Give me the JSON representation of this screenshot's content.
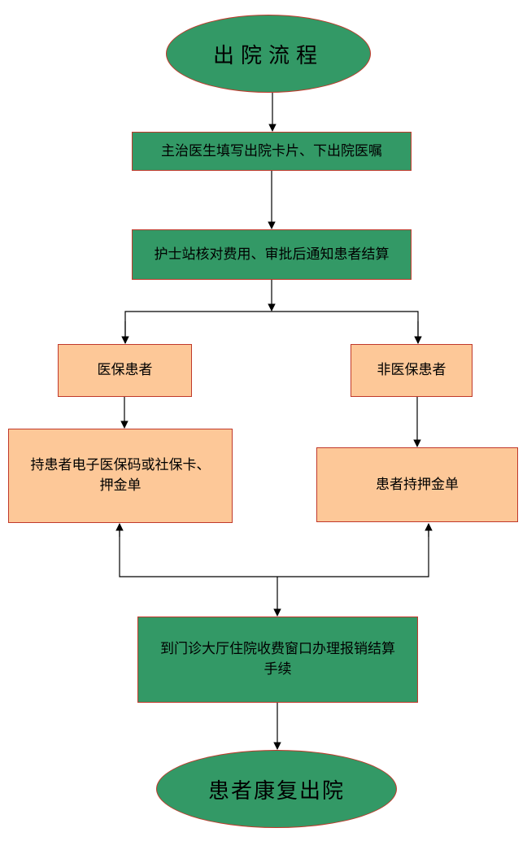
{
  "diagram": {
    "title": "出院流程",
    "steps": {
      "doctor": "主治医生填写出院卡片、下出院医嘱",
      "nurse": "护士站核对费用、审批后通知患者结算"
    },
    "branches": {
      "insured": {
        "label": "医保患者",
        "requirement": "持患者电子医保码或社保卡、押金单"
      },
      "uninsured": {
        "label": "非医保患者",
        "requirement": "患者持押金单"
      }
    },
    "settlement": "到门诊大厅住院收费窗口办理报销结算手续",
    "end": "患者康复出院"
  },
  "colors": {
    "terminal_fill": "#339966",
    "process_fill": "#339966",
    "branch_fill": "#fdc898",
    "border": "#c0392b",
    "connector": "#000000"
  }
}
